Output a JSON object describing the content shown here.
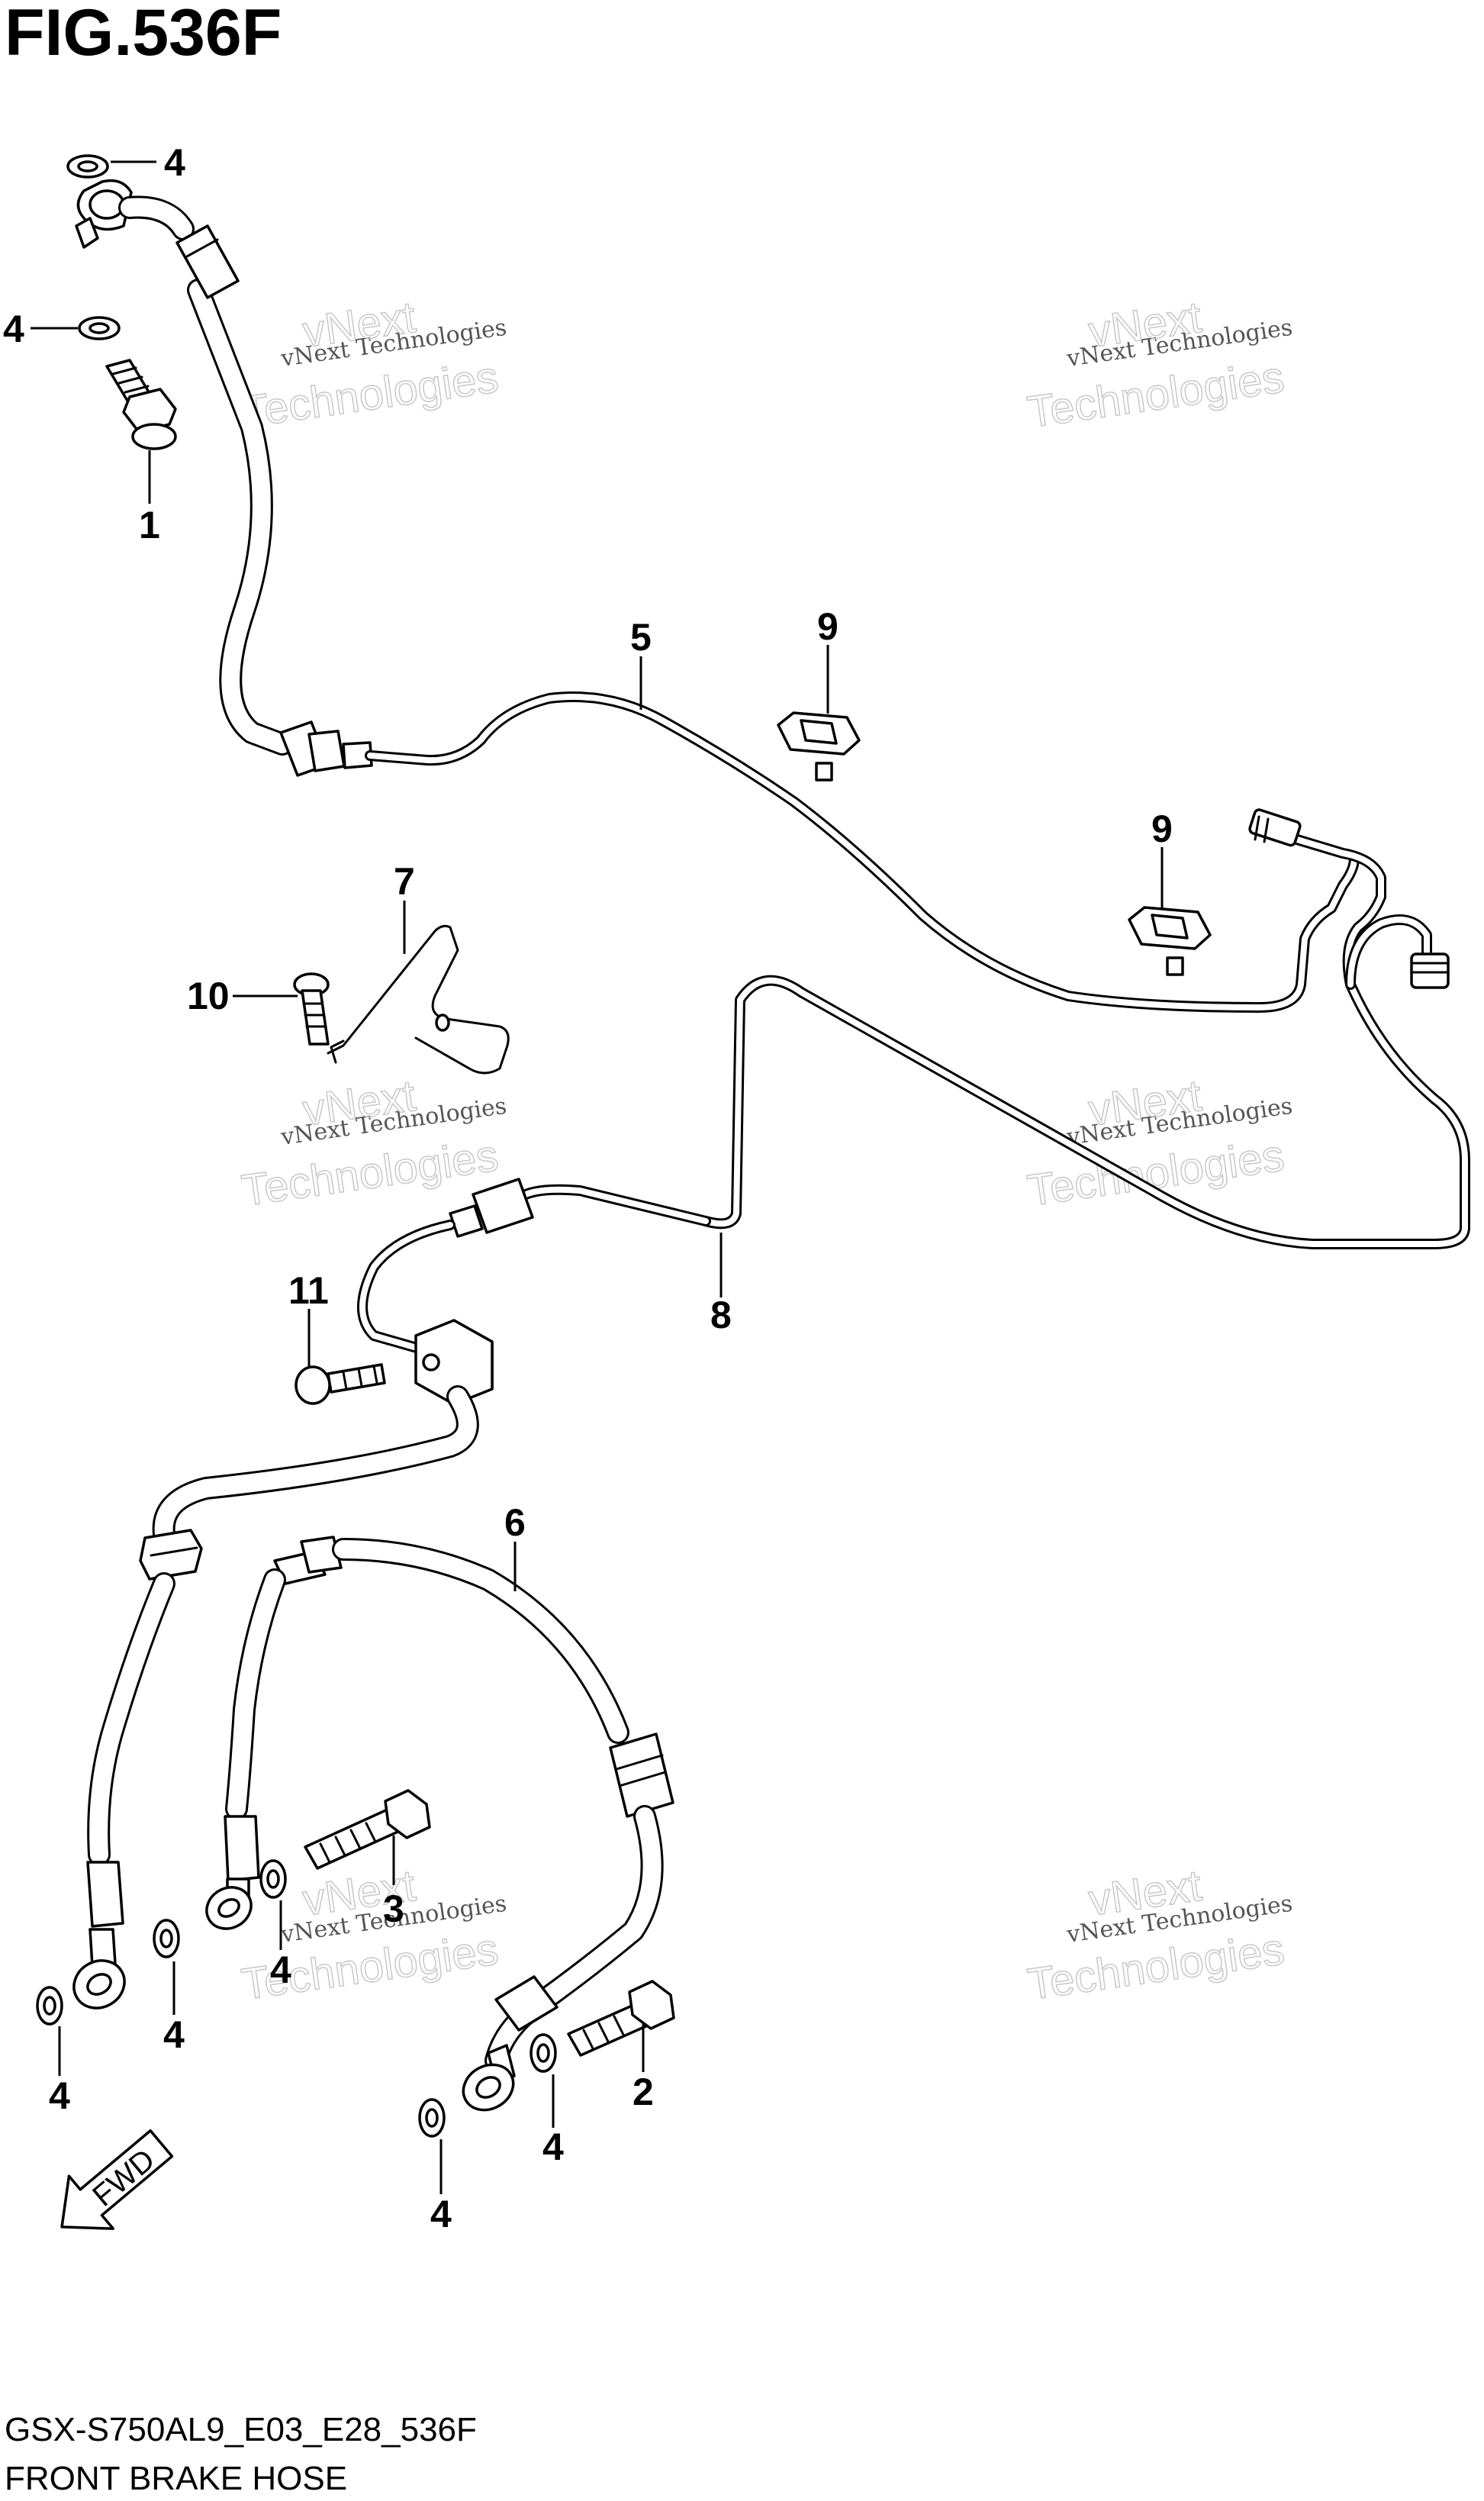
{
  "figure": {
    "title": "FIG.536F",
    "model_code": "GSX-S750AL9_E03_E28_536F",
    "caption": "FRONT BRAKE HOSE"
  },
  "watermark": {
    "small_text": "vNext Technologies",
    "large_line1": "vNext",
    "large_line2": "Technologies"
  },
  "callouts": [
    {
      "id": "c1",
      "label": "1"
    },
    {
      "id": "c2",
      "label": "2"
    },
    {
      "id": "c3",
      "label": "3"
    },
    {
      "id": "c4a",
      "label": "4"
    },
    {
      "id": "c4b",
      "label": "4"
    },
    {
      "id": "c4c",
      "label": "4"
    },
    {
      "id": "c4d",
      "label": "4"
    },
    {
      "id": "c4e",
      "label": "4"
    },
    {
      "id": "c4f",
      "label": "4"
    },
    {
      "id": "c4g",
      "label": "4"
    },
    {
      "id": "c5",
      "label": "5"
    },
    {
      "id": "c6",
      "label": "6"
    },
    {
      "id": "c7",
      "label": "7"
    },
    {
      "id": "c8",
      "label": "8"
    },
    {
      "id": "c9a",
      "label": "9"
    },
    {
      "id": "c9b",
      "label": "9"
    },
    {
      "id": "c10",
      "label": "10"
    },
    {
      "id": "c11",
      "label": "11"
    }
  ],
  "fwd_arrow": {
    "label": "FWD"
  }
}
